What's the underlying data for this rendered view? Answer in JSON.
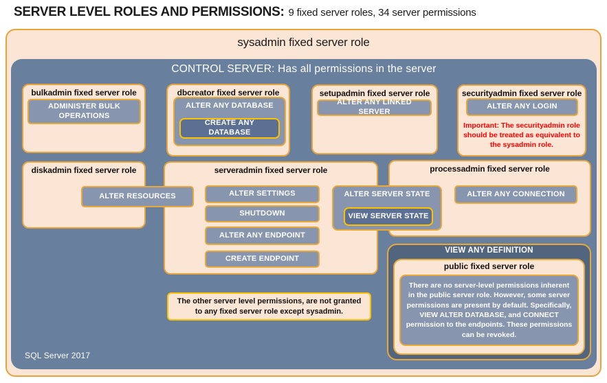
{
  "page_title": {
    "main": "SERVER LEVEL ROLES AND PERMISSIONS:",
    "sub": "9 fixed server roles, 34 server permissions"
  },
  "sysadmin": {
    "title": "sysadmin fixed server role"
  },
  "control_server": {
    "title": "CONTROL SERVER: Has all permissions in the server"
  },
  "roles": {
    "bulkadmin": {
      "title": "bulkadmin fixed server role",
      "perm_bulk": "ADMINISTER BULK OPERATIONS"
    },
    "dbcreator": {
      "title": "dbcreator fixed server role",
      "perm_alter_db": "ALTER ANY DATABASE",
      "perm_create_db": "CREATE ANY DATABASE"
    },
    "setupadmin": {
      "title": "setupadmin fixed server role",
      "perm_linked": "ALTER ANY LINKED SERVER"
    },
    "securityadmin": {
      "title": "securityadmin fixed server role",
      "perm_login": "ALTER ANY LOGIN",
      "warning": "Important: The securityadmin role should be treated as equivalent to the sysadmin role."
    },
    "diskadmin": {
      "title": "diskadmin fixed server role",
      "perm_resources": "ALTER RESOURCES"
    },
    "serveradmin": {
      "title": "serveradmin fixed server role",
      "perm_settings": "ALTER SETTINGS",
      "perm_shutdown": "SHUTDOWN",
      "perm_endpoint": "ALTER ANY ENDPOINT",
      "perm_create_endpoint": "CREATE ENDPOINT",
      "perm_server_state": "ALTER SERVER STATE",
      "perm_view_state": "VIEW SERVER STATE"
    },
    "processadmin": {
      "title": "processadmin fixed server role",
      "perm_connection": "ALTER ANY CONNECTION"
    },
    "public": {
      "container_permission": "VIEW ANY DEFINITION",
      "title": "public fixed server role",
      "note": "There are no server-level permissions inherent in the public server role. However, some server permissions are present by default. Specifically, VIEW ALTER DATABASE, and CONNECT permission to the endpoints. These permissions can be revoked."
    }
  },
  "note": "The other server level permissions, are not granted to any fixed server role except sysadmin.",
  "footer": "SQL Server 2017",
  "colors": {
    "peach_fill": "#FBE5D4",
    "gold_border": "#E8A33D",
    "bright_gold_border": "#FFC000",
    "slate_blue_bg": "#68809E",
    "dark_slate_panel": "#52657F",
    "permission_fill": "#8795AF",
    "permission_dark_fill": "#5C7094",
    "warning_red": "#FF0000"
  }
}
